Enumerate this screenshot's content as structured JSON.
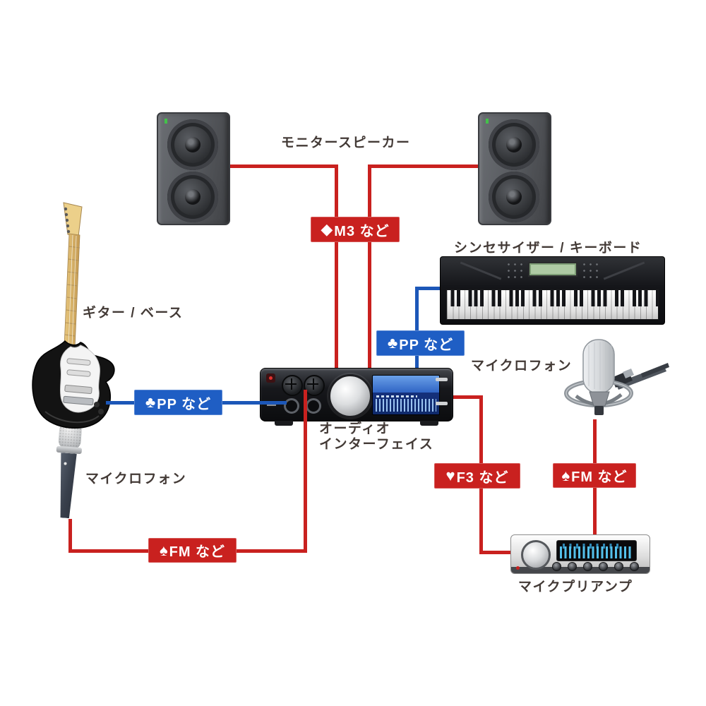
{
  "labels": {
    "monitor_speakers": "モニタースピーカー",
    "synthesizer": "シンセサイザー / キーボード",
    "guitar": "ギター / ベース",
    "microphone_left": "マイクロフォン",
    "audio_interface_line1": "オーディオ",
    "audio_interface_line2": "インターフェイス",
    "microphone_right": "マイクロフォン",
    "mic_preamp": "マイクプリアンプ"
  },
  "badges": {
    "m3": {
      "suit": "◆",
      "text": "M3 など"
    },
    "pp_guitar": {
      "suit": "♣",
      "text": "PP など"
    },
    "pp_keyboard": {
      "suit": "♣",
      "text": "PP など"
    },
    "fm_mic": {
      "suit": "♠",
      "text": "FM など"
    },
    "f3_preamp": {
      "suit": "♥",
      "text": "F3 など"
    },
    "fm_condenser": {
      "suit": "♠",
      "text": "FM など"
    }
  },
  "colors": {
    "cable_red": "#c9211f",
    "cable_blue": "#1c57b8",
    "badge_red": "#c9211f",
    "badge_blue": "#1f5ec4",
    "label_text": "#433a36"
  }
}
